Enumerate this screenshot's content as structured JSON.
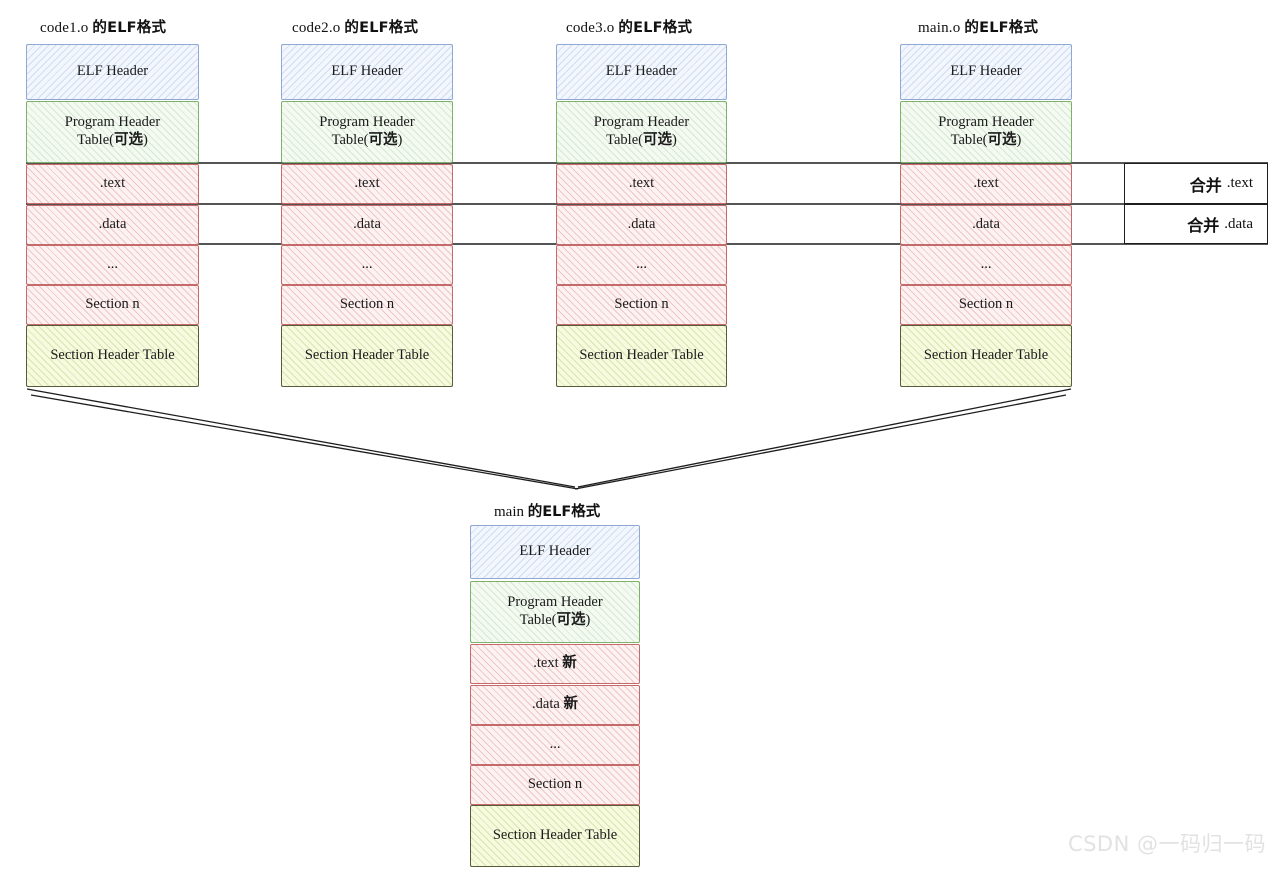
{
  "diagram": {
    "title_suffix_cn": "的ELF格式",
    "columns": [
      {
        "name": "code1.o",
        "title_prefix": "code1.o",
        "segments": [
          {
            "id": "elf-header",
            "label": "ELF Header",
            "kind": "blue"
          },
          {
            "id": "program-header-table",
            "label_line1": "Program Header",
            "label_line2_en": "Table(",
            "label_line2_cn": "可选",
            "label_line2_tail": ")",
            "kind": "green"
          },
          {
            "id": "text-section",
            "label": ".text",
            "kind": "red"
          },
          {
            "id": "data-section",
            "label": ".data",
            "kind": "red"
          },
          {
            "id": "ellipsis-section",
            "label": "...",
            "kind": "red"
          },
          {
            "id": "section-n",
            "label": "Section n",
            "kind": "red"
          },
          {
            "id": "section-header-table",
            "label": "Section Header Table",
            "kind": "olive"
          }
        ]
      },
      {
        "name": "code2.o",
        "title_prefix": "code2.o",
        "segments": [
          {
            "id": "elf-header",
            "label": "ELF Header",
            "kind": "blue"
          },
          {
            "id": "program-header-table",
            "label_line1": "Program Header",
            "label_line2_en": "Table(",
            "label_line2_cn": "可选",
            "label_line2_tail": ")",
            "kind": "green"
          },
          {
            "id": "text-section",
            "label": ".text",
            "kind": "red"
          },
          {
            "id": "data-section",
            "label": ".data",
            "kind": "red"
          },
          {
            "id": "ellipsis-section",
            "label": "...",
            "kind": "red"
          },
          {
            "id": "section-n",
            "label": "Section n",
            "kind": "red"
          },
          {
            "id": "section-header-table",
            "label": "Section Header Table",
            "kind": "olive"
          }
        ]
      },
      {
        "name": "code3.o",
        "title_prefix": "code3.o",
        "segments": [
          {
            "id": "elf-header",
            "label": "ELF Header",
            "kind": "blue"
          },
          {
            "id": "program-header-table",
            "label_line1": "Program Header",
            "label_line2_en": "Table(",
            "label_line2_cn": "可选",
            "label_line2_tail": ")",
            "kind": "green"
          },
          {
            "id": "text-section",
            "label": ".text",
            "kind": "red"
          },
          {
            "id": "data-section",
            "label": ".data",
            "kind": "red"
          },
          {
            "id": "ellipsis-section",
            "label": "...",
            "kind": "red"
          },
          {
            "id": "section-n",
            "label": "Section n",
            "kind": "red"
          },
          {
            "id": "section-header-table",
            "label": "Section Header Table",
            "kind": "olive"
          }
        ]
      },
      {
        "name": "main.o",
        "title_prefix": "main.o",
        "segments": [
          {
            "id": "elf-header",
            "label": "ELF Header",
            "kind": "blue"
          },
          {
            "id": "program-header-table",
            "label_line1": "Program Header",
            "label_line2_en": "Table(",
            "label_line2_cn": "可选",
            "label_line2_tail": ")",
            "kind": "green"
          },
          {
            "id": "text-section",
            "label": ".text",
            "kind": "red"
          },
          {
            "id": "data-section",
            "label": ".data",
            "kind": "red"
          },
          {
            "id": "ellipsis-section",
            "label": "...",
            "kind": "red"
          },
          {
            "id": "section-n",
            "label": "Section n",
            "kind": "red"
          },
          {
            "id": "section-header-table",
            "label": "Section Header Table",
            "kind": "olive"
          }
        ]
      }
    ],
    "merge_annotations": [
      {
        "id": "merge-text",
        "cn": "合并",
        "target": ".text"
      },
      {
        "id": "merge-data",
        "cn": "合并",
        "target": ".data"
      }
    ],
    "result": {
      "title_prefix": "main",
      "segments": [
        {
          "id": "elf-header",
          "label": "ELF Header",
          "kind": "blue"
        },
        {
          "id": "program-header-table",
          "label_line1": "Program Header",
          "label_line2_en": "Table(",
          "label_line2_cn": "可选",
          "label_line2_tail": ")",
          "kind": "green"
        },
        {
          "id": "text-section",
          "label_en": ".text",
          "label_cn": "新",
          "kind": "red"
        },
        {
          "id": "data-section",
          "label_en": ".data",
          "label_cn": "新",
          "kind": "red"
        },
        {
          "id": "ellipsis-section",
          "label_en": "...",
          "label_cn": "",
          "kind": "red"
        },
        {
          "id": "section-n",
          "label_en": "Section n",
          "label_cn": "",
          "kind": "red"
        },
        {
          "id": "section-header-table",
          "label_en": "Section Header Table",
          "label_cn": "",
          "kind": "olive"
        }
      ]
    },
    "colors": {
      "blue_border": "#8fa9d4",
      "green_border": "#7db268",
      "red_border": "#c46a6a",
      "olive_border": "#585c3a",
      "line": "#1d1d1d"
    }
  },
  "watermark": {
    "text": "CSDN @一码归一码"
  }
}
